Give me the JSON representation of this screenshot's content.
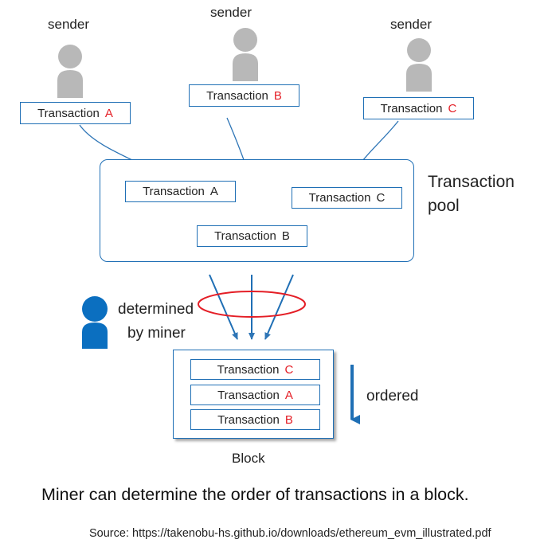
{
  "senders": [
    {
      "label": "sender"
    },
    {
      "label": "sender"
    },
    {
      "label": "sender"
    }
  ],
  "transactions": {
    "prefix": "Transaction",
    "a": "A",
    "b": "B",
    "c": "C"
  },
  "pool": {
    "label_line1": "Transaction",
    "label_line2": "pool"
  },
  "miner": {
    "line1": "determined",
    "line2": "by miner"
  },
  "block": {
    "label": "Block",
    "order_label": "ordered"
  },
  "caption": "Miner can determine the order of transactions in a block.",
  "source": "Source: https://takenobu-hs.github.io/downloads/ethereum_evm_illustrated.pdf",
  "colors": {
    "accent_blue": "#1f6fb5",
    "highlight_red": "#e41e26",
    "person_gray": "#b8b8b8",
    "miner_blue": "#0b6fc0"
  }
}
